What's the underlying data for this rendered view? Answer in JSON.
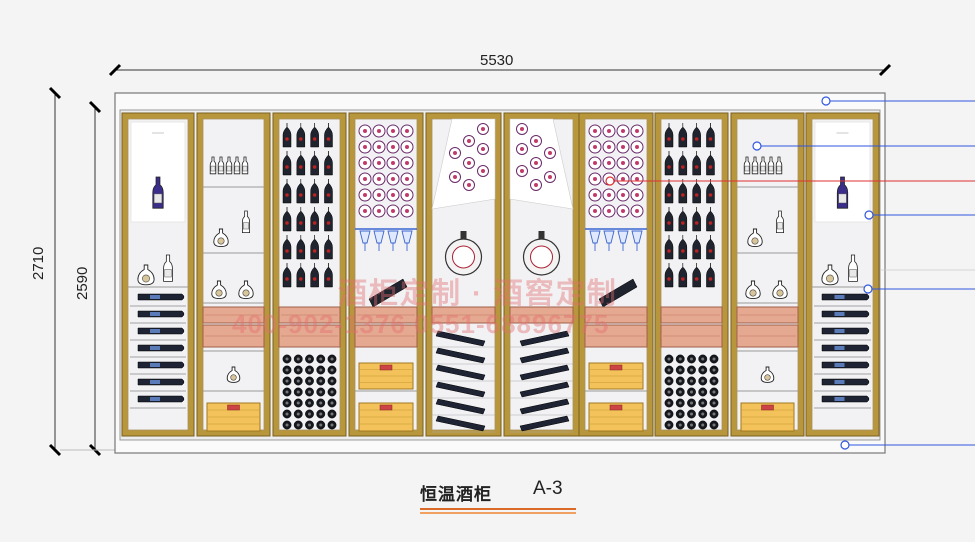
{
  "drawing": {
    "overall_width": "5530",
    "overall_height": "2710",
    "inner_height": "2590",
    "title": "恒温酒柜",
    "code": "A-3"
  },
  "watermark": {
    "line1": "酒柜定制 · 酒窖定制",
    "line2": "400-902-1376   0551-68896775"
  },
  "colors": {
    "frame": "#b8963c",
    "panel": "#f2f2f4",
    "leader": "#2f56e0",
    "accent_line": "#e03030",
    "underline_top": "#d96a2a",
    "underline_bottom": "#f0a060"
  },
  "cabinet": {
    "bays": [
      {
        "type": "tall-display-left"
      },
      {
        "type": "shelves-with-case"
      },
      {
        "type": "bottle-grid-dark"
      },
      {
        "type": "rings-and-glasses"
      },
      {
        "type": "diagonal-rack-left"
      },
      {
        "type": "diagonal-rack-right"
      },
      {
        "type": "rings-and-glasses"
      },
      {
        "type": "bottle-grid-dark"
      },
      {
        "type": "shelves-with-case"
      },
      {
        "type": "tall-display-right"
      }
    ]
  }
}
